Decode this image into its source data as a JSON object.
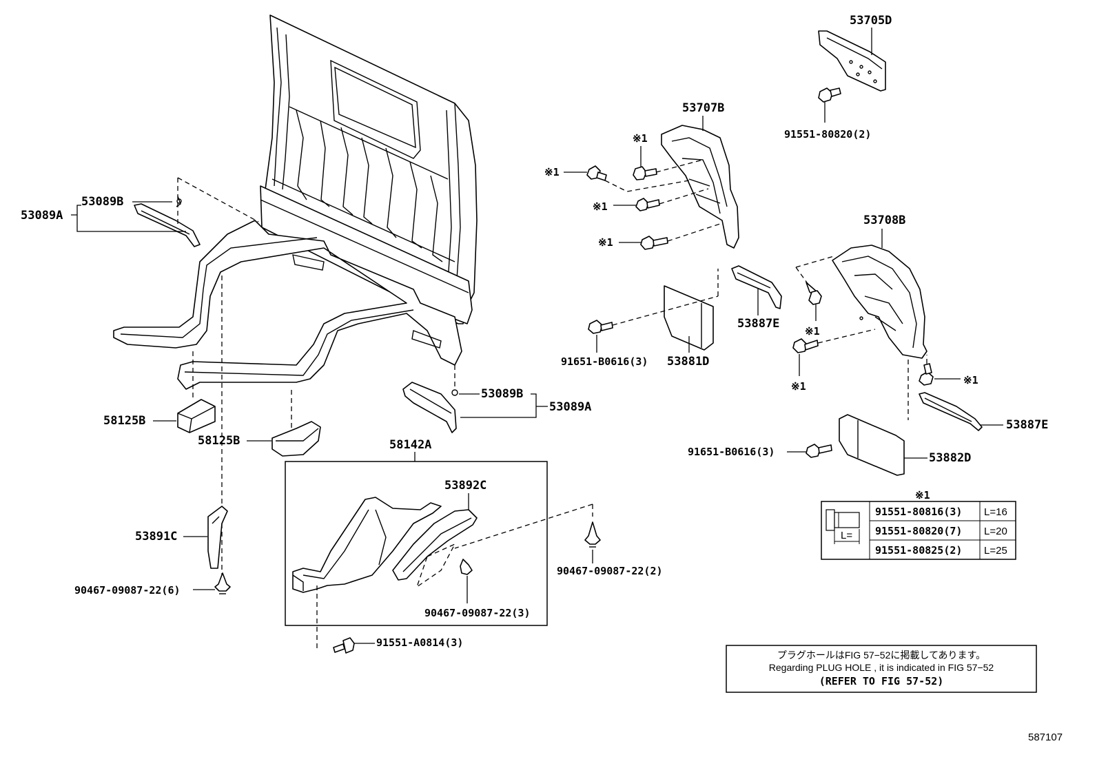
{
  "labels": {
    "p53705D": "53705D",
    "p91551_80820_2": "91551-80820(2)",
    "p53707B": "53707B",
    "p53708B": "53708B",
    "p53089A_left": "53089A",
    "p53089B_left": "53089B",
    "p53887E_upper": "53887E",
    "p53881D": "53881D",
    "p91651_B0616_upper": "91651-B0616(3)",
    "p53089B_right": "53089B",
    "p53089A_right": "53089A",
    "p58125B_left": "58125B",
    "p58125B_mid": "58125B",
    "p58142A": "58142A",
    "p53892C": "53892C",
    "p53891C": "53891C",
    "p90467_6": "90467-09087-22(6)",
    "p90467_2": "90467-09087-22(2)",
    "p90467_3": "90467-09087-22(3)",
    "p91551_A0814": "91551-A0814(3)",
    "p53887E_lower": "53887E",
    "p53882D": "53882D",
    "p91651_B0616_lower": "91651-B0616(3)",
    "ref_mark": "※1"
  },
  "bolt_table": {
    "title": "※1",
    "rows": [
      {
        "part": "91551-80816(3)",
        "length": "L=16"
      },
      {
        "part": "91551-80820(7)",
        "length": "L=20"
      },
      {
        "part": "91551-80825(2)",
        "length": "L=25"
      }
    ],
    "dim_label": "L="
  },
  "note": {
    "line_jp": "プラグホールはFIG 57−52に掲載してあります。",
    "line_en": "Regarding  PLUG  HOLE , it is indicated in FIG  57−52",
    "line_ref": "(REFER TO FIG 57-52)"
  },
  "figure_number": "587107"
}
